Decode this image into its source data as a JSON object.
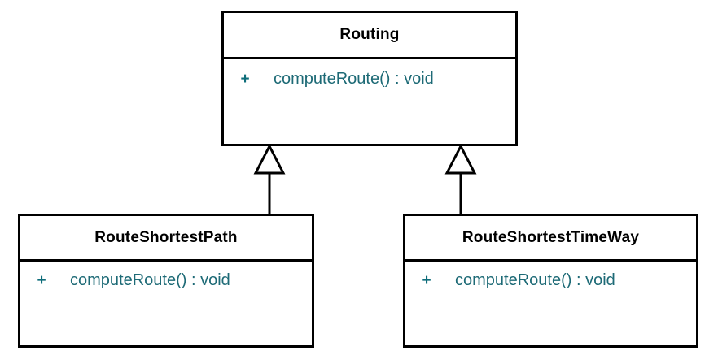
{
  "diagram": {
    "type": "uml-class-diagram",
    "background_color": "#ffffff",
    "border_color": "#000000",
    "name_text_color": "#000000",
    "member_text_color": "#0e6d7a",
    "classes": [
      {
        "id": "routing",
        "name": "Routing",
        "role": "parent",
        "members": [
          {
            "visibility": "+",
            "signature": "computeRoute() : void"
          }
        ]
      },
      {
        "id": "route-shortest-path",
        "name": "RouteShortestPath",
        "role": "child",
        "members": [
          {
            "visibility": "+",
            "signature": "computeRoute() : void"
          }
        ]
      },
      {
        "id": "route-shortest-time-way",
        "name": "RouteShortestTimeWay",
        "role": "child",
        "members": [
          {
            "visibility": "+",
            "signature": "computeRoute() : void"
          }
        ]
      }
    ],
    "relationships": [
      {
        "id": "gen-left",
        "kind": "generalization",
        "from": "RouteShortestPath",
        "to": "Routing",
        "arrow": "hollow-triangle"
      },
      {
        "id": "gen-right",
        "kind": "generalization",
        "from": "RouteShortestTimeWay",
        "to": "Routing",
        "arrow": "hollow-triangle"
      }
    ]
  }
}
